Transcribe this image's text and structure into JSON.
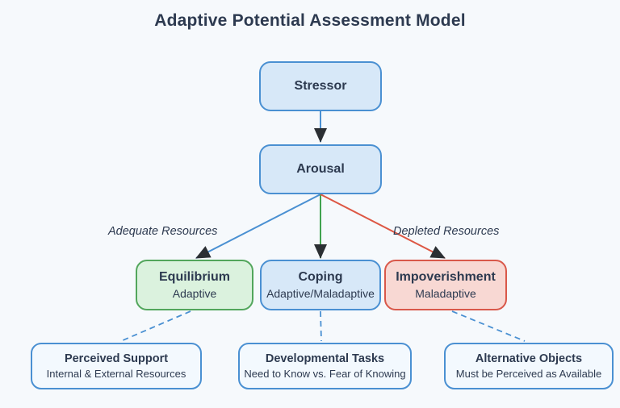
{
  "title": "Adaptive Potential Assessment Model",
  "nodes": {
    "stressor": {
      "label": "Stressor"
    },
    "arousal": {
      "label": "Arousal"
    },
    "equilibrium": {
      "label": "Equilibrium",
      "sublabel": "Adaptive"
    },
    "coping": {
      "label": "Coping",
      "sublabel": "Adaptive/Maladaptive"
    },
    "impoverishment": {
      "label": "Impoverishment",
      "sublabel": "Maladaptive"
    },
    "perceived_support": {
      "label": "Perceived Support",
      "sublabel": "Internal & External Resources"
    },
    "developmental_tasks": {
      "label": "Developmental Tasks",
      "sublabel": "Need to Know vs. Fear of Knowing"
    },
    "alternative_objects": {
      "label": "Alternative Objects",
      "sublabel": "Must be Perceived as Available"
    }
  },
  "edge_labels": {
    "adequate": "Adequate Resources",
    "depleted": "Depleted Resources"
  },
  "colors": {
    "background": "#f6f9fc",
    "text": "#2d3a50",
    "blue-border": "#4a90d2",
    "blue-fill": "#d7e8f8",
    "green-border": "#52a65c",
    "green-fill": "#dbf2de",
    "red-border": "#d9584a",
    "red-fill": "#f8d8d3",
    "light-fill": "#f3f9fe",
    "line-blue": "#4a90d2",
    "line-green": "#41a34f",
    "line-red": "#dd5744",
    "arrow": "#2b2f33"
  }
}
